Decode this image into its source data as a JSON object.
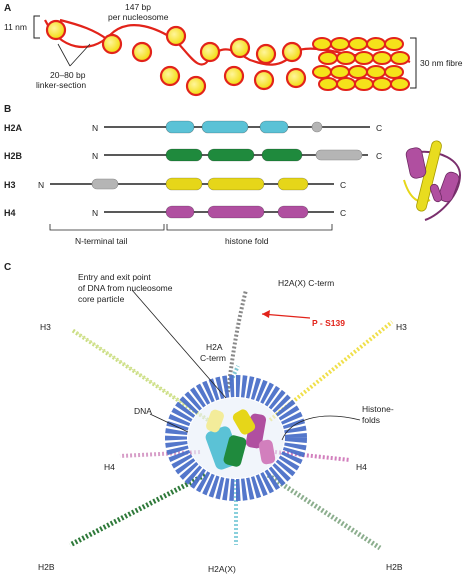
{
  "panels": {
    "a": "A",
    "b": "B",
    "c": "C"
  },
  "panel_a": {
    "scale_left": "11 nm",
    "nucleosome_bp_line1": "147 bp",
    "nucleosome_bp_line2": "per nucleosome",
    "linker_line1": "20–80 bp",
    "linker_line2": "linker-section",
    "fibre": "30 nm fibre"
  },
  "panel_b": {
    "histones": [
      {
        "name": "H2A",
        "n": "N",
        "c": "C",
        "color": "#5bc2d6"
      },
      {
        "name": "H2B",
        "n": "N",
        "c": "C",
        "color": "#1f8a3d"
      },
      {
        "name": "H3",
        "n": "N",
        "c": "C",
        "color": "#e6d619"
      },
      {
        "name": "H4",
        "n": "N",
        "c": "C",
        "color": "#b04fa0"
      }
    ],
    "tail_label": "N-terminal tail",
    "fold_label": "histone fold"
  },
  "panel_c": {
    "entry_exit_line1": "Entry and exit point",
    "entry_exit_line2": "of DNA from nucleosome",
    "entry_exit_line3": "core particle",
    "h2ax_cterm": "H2A(X) C-term",
    "phospho": "P - S139",
    "h2a_cterm_line1": "H2A",
    "h2a_cterm_line2": "C-term",
    "h3_left": "H3",
    "h3_right": "H3",
    "dna": "DNA",
    "histone_folds_line1": "Histone-",
    "histone_folds_line2": "folds",
    "h4_left": "H4",
    "h4_right": "H4",
    "h2b_left": "H2B",
    "h2b_right": "H2B",
    "h2ax_bottom": "H2A(X)"
  },
  "colors": {
    "dna": "#e2231a",
    "nucleosome": "#f5e31a",
    "h2a": "#5bc2d6",
    "h2b": "#1f8a3d",
    "h3": "#e6d619",
    "h4": "#b04fa0",
    "grey": "#b5b5b5",
    "dna_blue": "#4b70c8"
  }
}
